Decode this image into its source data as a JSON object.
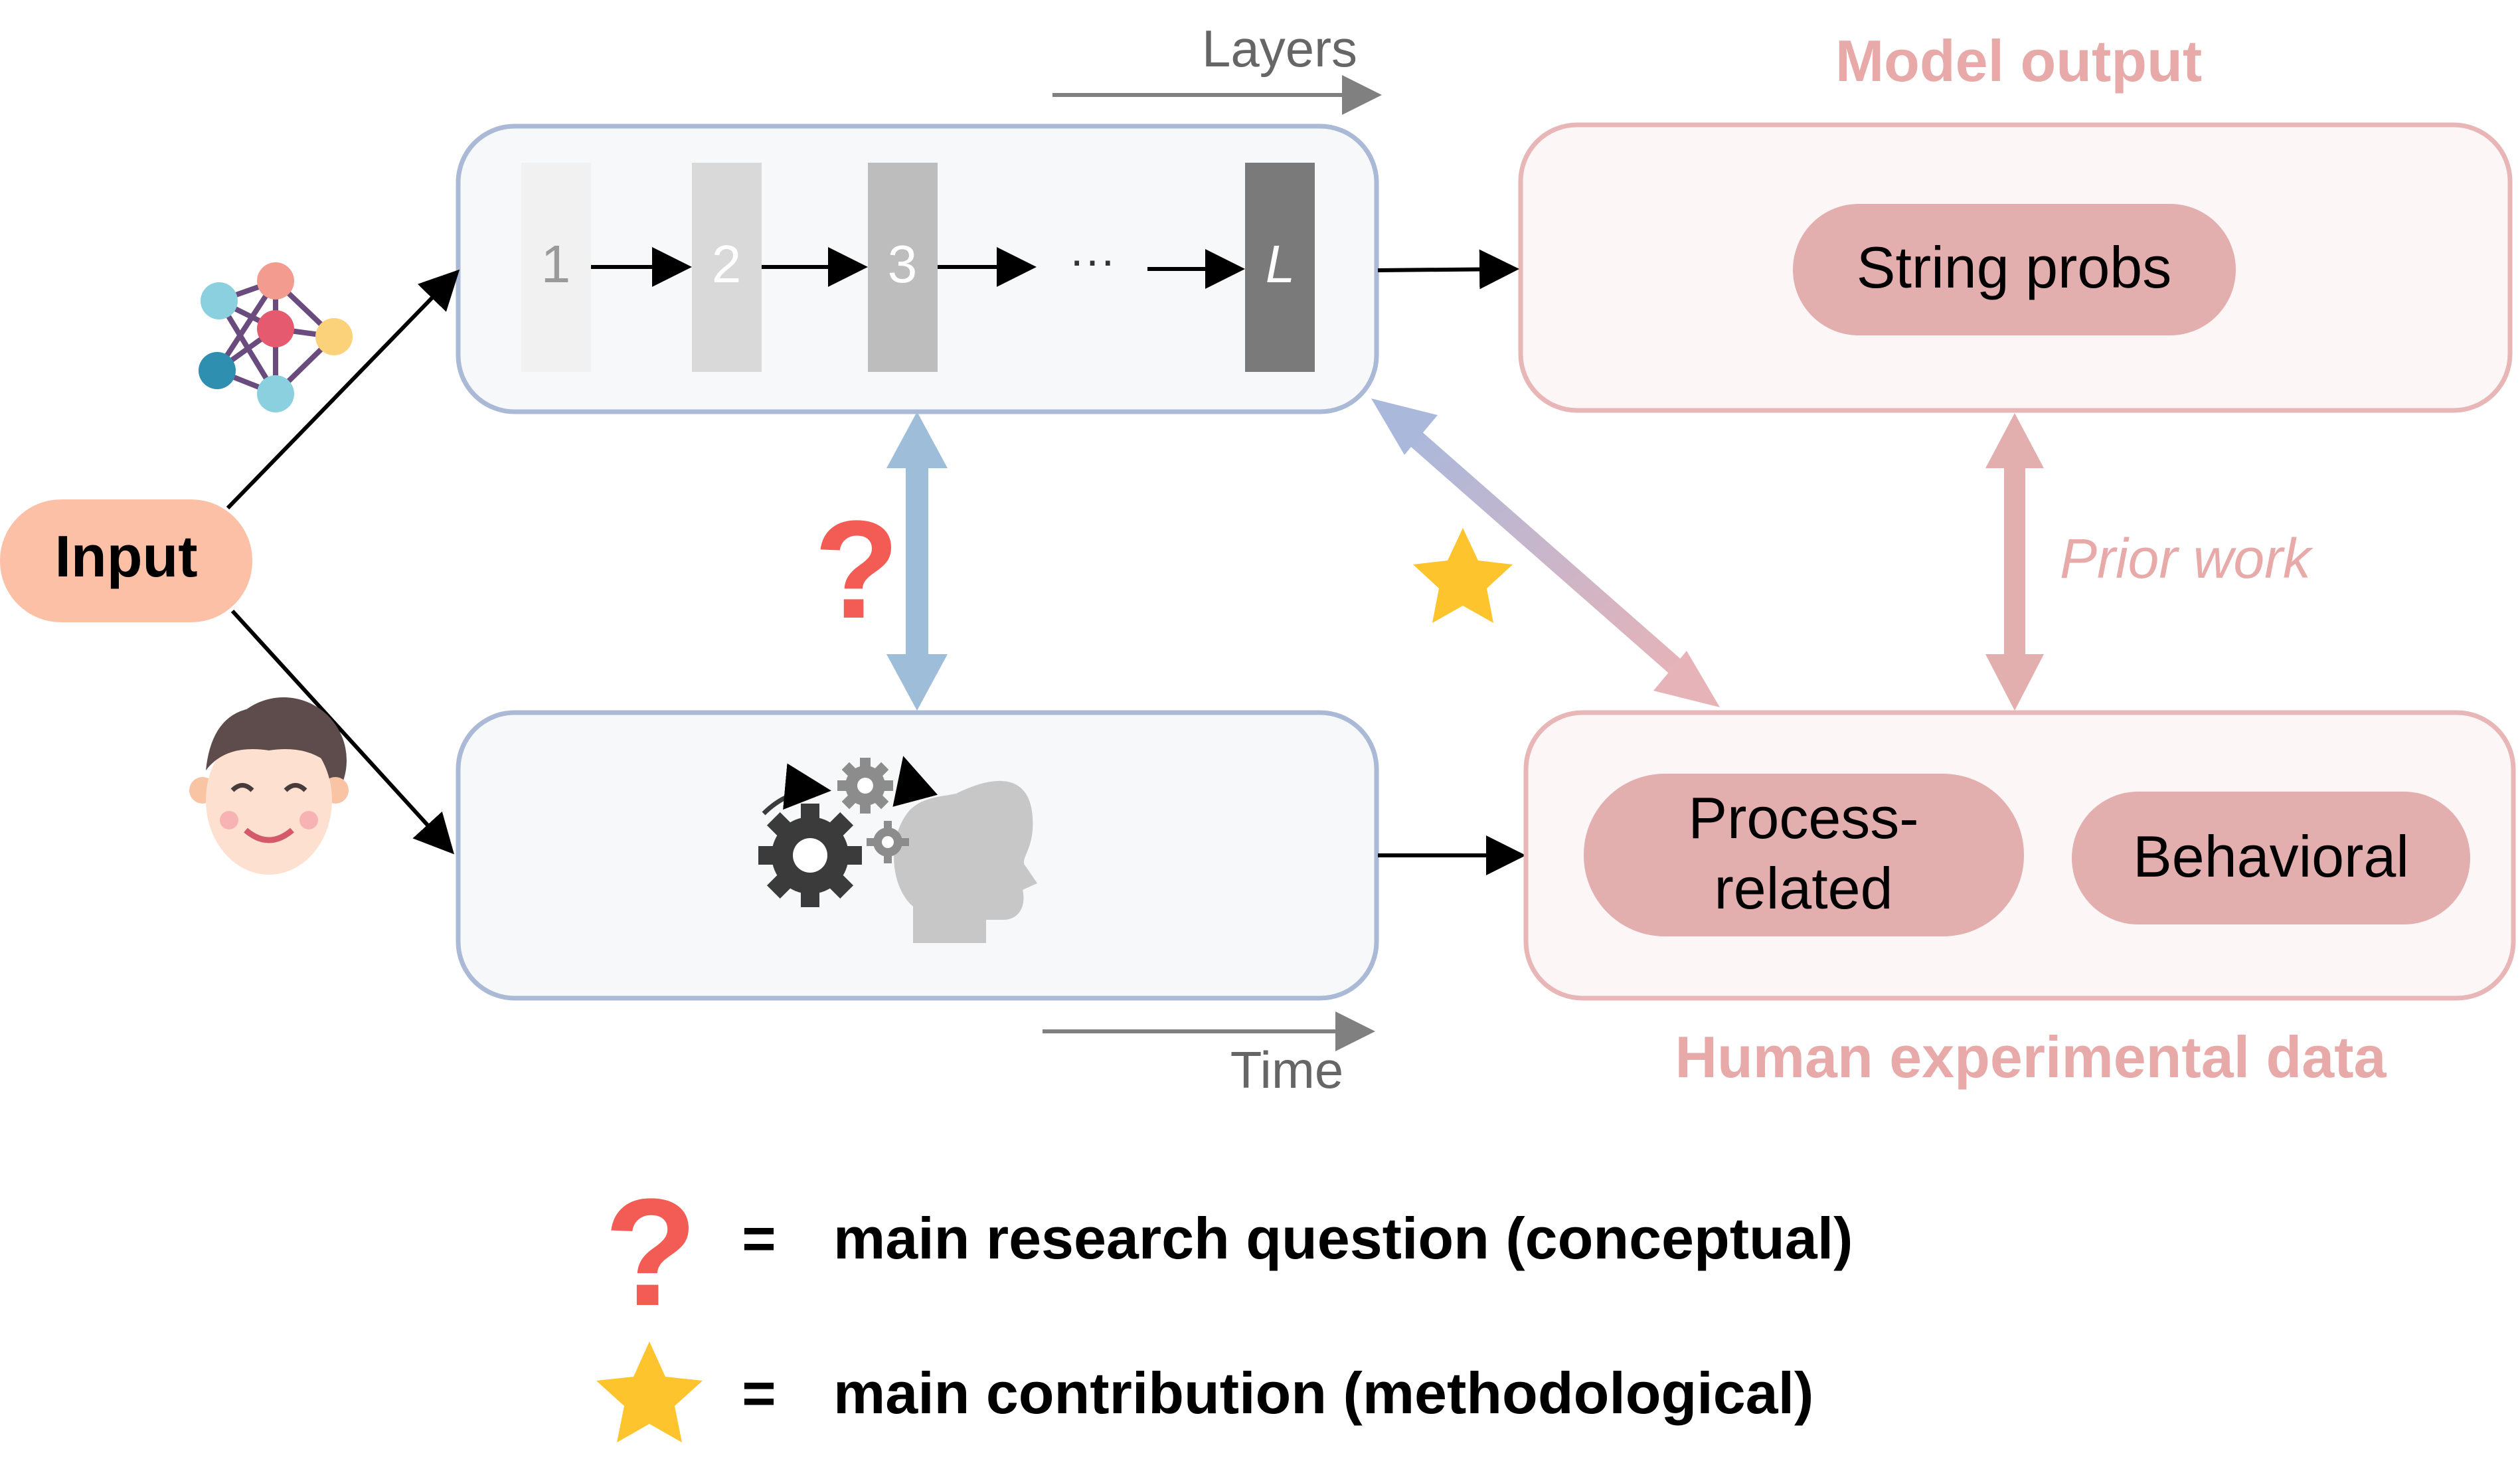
{
  "input": {
    "label": "Input"
  },
  "layers_axis": {
    "label": "Layers"
  },
  "time_axis": {
    "label": "Time"
  },
  "model_block": {
    "layers": [
      {
        "label": "1",
        "fill": "#f1f1f1"
      },
      {
        "label": "2",
        "fill": "#d9d9d9"
      },
      {
        "label": "3",
        "fill": "#bdbdbd"
      },
      {
        "label": "L",
        "fill": "#7a7a7a"
      }
    ],
    "ellipsis": "···"
  },
  "model_output": {
    "title": "Model output",
    "items": [
      "String probs"
    ]
  },
  "human_data": {
    "title": "Human experimental data",
    "items": [
      "Process-",
      "related",
      "Behavioral"
    ]
  },
  "prior_work": {
    "label": "Prior work"
  },
  "question_mark": {
    "glyph": "?"
  },
  "legend": [
    {
      "symbol": "question-mark",
      "equals": "=",
      "text": "main research question (conceptual)"
    },
    {
      "symbol": "star",
      "equals": "=",
      "text": "main contribution (methodological)"
    }
  ],
  "colors": {
    "box_border_blue": "#a9b9d6",
    "box_fill_light": "#f7f8f9",
    "pink_border": "#e8b6b6",
    "pink_fill": "#fcf6f6",
    "pill_pink": "#e3aeae",
    "title_pink": "#e7aaa8",
    "input_pill": "#fcc0a6",
    "arrow_blue": "#9ebdd8",
    "question_red": "#f35b55",
    "star_yellow": "#fec42d",
    "axis_grey": "#808080"
  }
}
